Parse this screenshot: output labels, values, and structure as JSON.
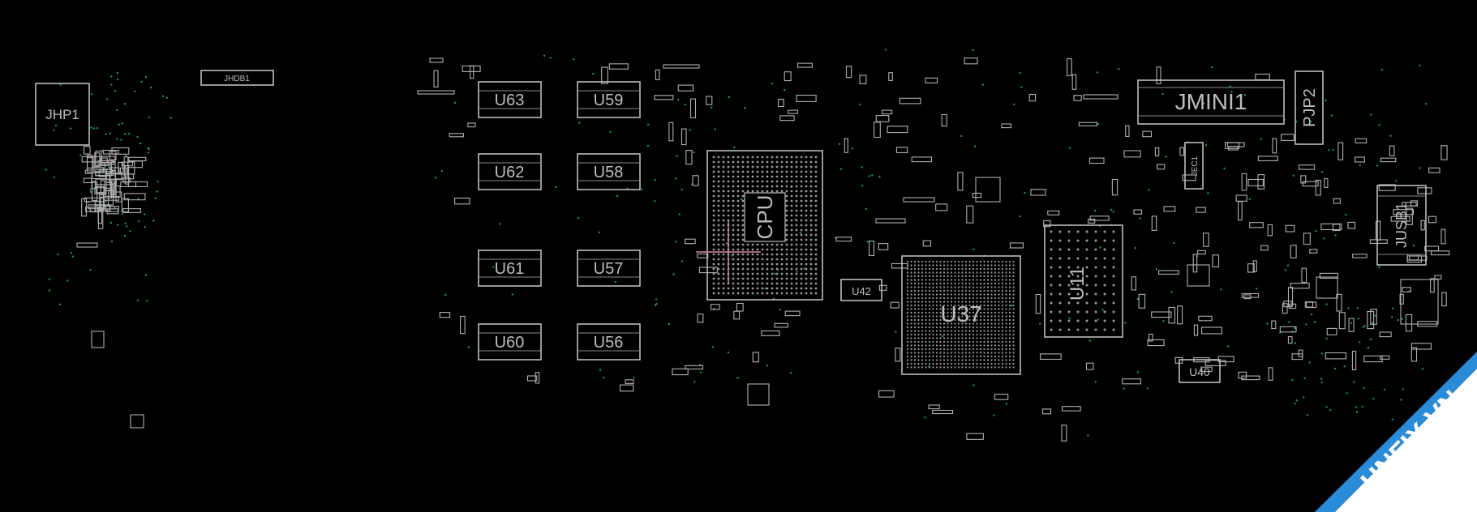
{
  "board": {
    "background": "#000000",
    "outline_color": "#bdbdbd",
    "via_color": "#1e8c8c",
    "cursor_color": "#d98aa0",
    "components": {
      "jhp1": "JHP1",
      "jhdb1": "JHDB1",
      "u63": "U63",
      "u59": "U59",
      "u62": "U62",
      "u58": "U58",
      "u61": "U61",
      "u57": "U57",
      "u60": "U60",
      "u56": "U56",
      "cpu": "CPU",
      "u42": "U42",
      "u37": "U37",
      "u11": "U11",
      "jmini1": "JMINI1",
      "pjp2": "PJP2",
      "jec1": "JEC1",
      "jusb1": "JUSB1",
      "u40": "U40"
    }
  },
  "watermark": {
    "text": "HNFIX.VN",
    "ribbon_color": "#2a8bd8"
  }
}
